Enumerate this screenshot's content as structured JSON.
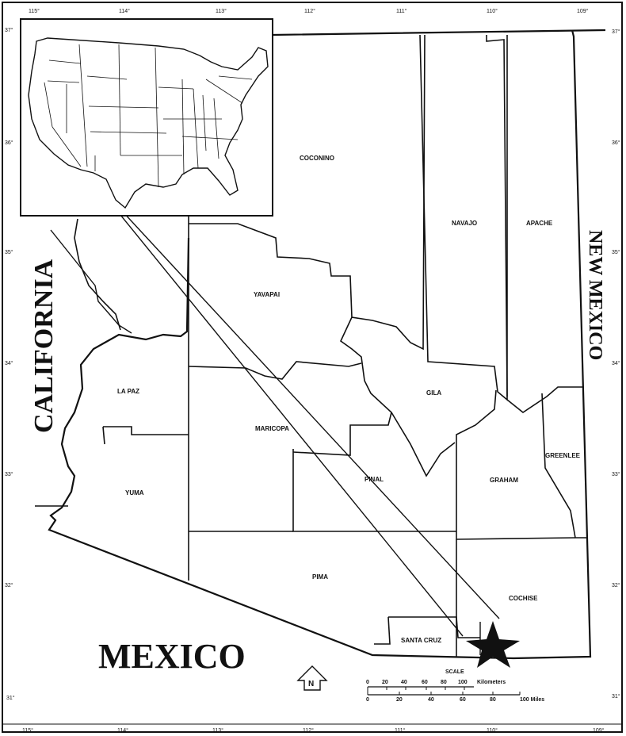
{
  "top_ticks": [
    "115°",
    "114°",
    "113°",
    "112°",
    "111°",
    "110°",
    "109°"
  ],
  "bottom_ticks": [
    "115°",
    "114°",
    "113°",
    "112°",
    "111°",
    "110°",
    "109°"
  ],
  "left_ticks": [
    "37°",
    "36°",
    "35°",
    "34°",
    "33°",
    "32°",
    "31°"
  ],
  "right_ticks": [
    "37°",
    "36°",
    "35°",
    "34°",
    "33°",
    "32°",
    "31°"
  ],
  "states": {
    "california": "CALIFORNIA",
    "new_mexico": "NEW MEXICO",
    "mexico": "MEXICO"
  },
  "counties": {
    "coconino": "COCONINO",
    "navajo": "NAVAJO",
    "apache": "APACHE",
    "yavapai": "YAVAPAI",
    "la_paz": "LA PAZ",
    "maricopa": "MARICOPA",
    "gila": "GILA",
    "greenlee": "GREENLEE",
    "graham": "GRAHAM",
    "yuma": "YUMA",
    "pinal": "PINAL",
    "pima": "PIMA",
    "cochise": "COCHISE",
    "santa_cruz": "SANTA CRUZ"
  },
  "north_arrow": "N",
  "scale": {
    "title": "SCALE",
    "km_ticks": [
      "0",
      "20",
      "40",
      "60",
      "80",
      "100"
    ],
    "km_unit": "Kilometers",
    "mi_ticks": [
      "0",
      "20",
      "40",
      "60",
      "80"
    ],
    "mi_unit": "100 Miles"
  },
  "marker_icon": "star-icon"
}
